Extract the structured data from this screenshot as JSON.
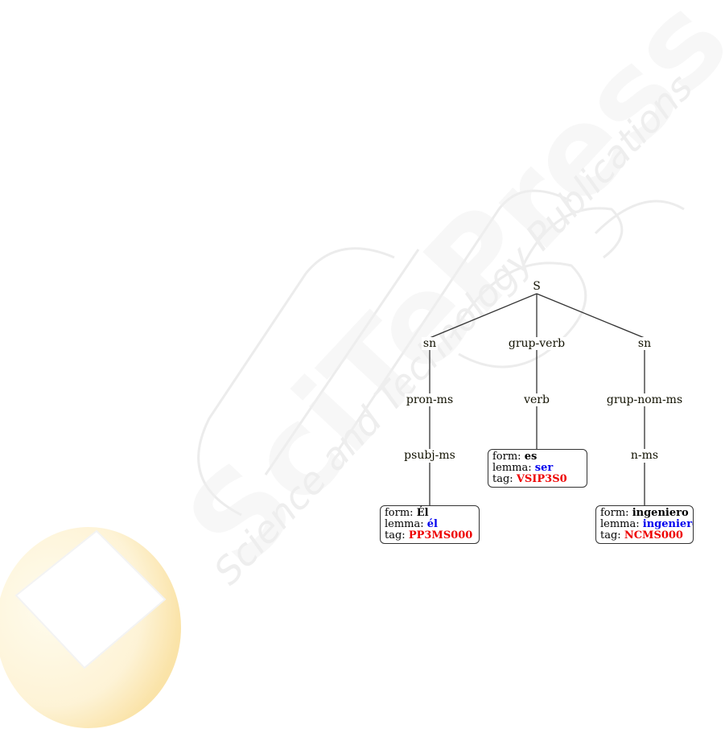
{
  "watermark": {
    "primary_text": "SciTePress",
    "secondary_text": "Science and Technology Publications",
    "primary_color": "#eeeeee",
    "logo_colors": [
      "#fff3c8",
      "#fbe3a8",
      "#f9d77e"
    ]
  },
  "tree": {
    "root": "S",
    "nodes": {
      "sn1": "sn",
      "grupverb": "grup-verb",
      "sn2": "sn",
      "pronms": "pron-ms",
      "verb": "verb",
      "grupnomms": "grup-nom-ms",
      "psubjms": "psubj-ms",
      "nms": "n-ms"
    },
    "leaves": {
      "el": {
        "form_key": "form:",
        "form": "Él",
        "lemma_key": "lemma:",
        "lemma": "él",
        "tag_key": "tag:",
        "tag": "PP3MS000"
      },
      "es": {
        "form_key": "form:",
        "form": "es",
        "lemma_key": "lemma:",
        "lemma": "ser",
        "tag_key": "tag:",
        "tag": "VSIP3S0"
      },
      "ingeniero": {
        "form_key": "form:",
        "form": "ingeniero",
        "lemma_key": "lemma:",
        "lemma": "ingeniero",
        "tag_key": "tag:",
        "tag": "NCMS000"
      }
    },
    "colors": {
      "edge": "#333333",
      "lemma": "#0000ee",
      "tag": "#ee0000",
      "node_text": "#111100"
    }
  }
}
